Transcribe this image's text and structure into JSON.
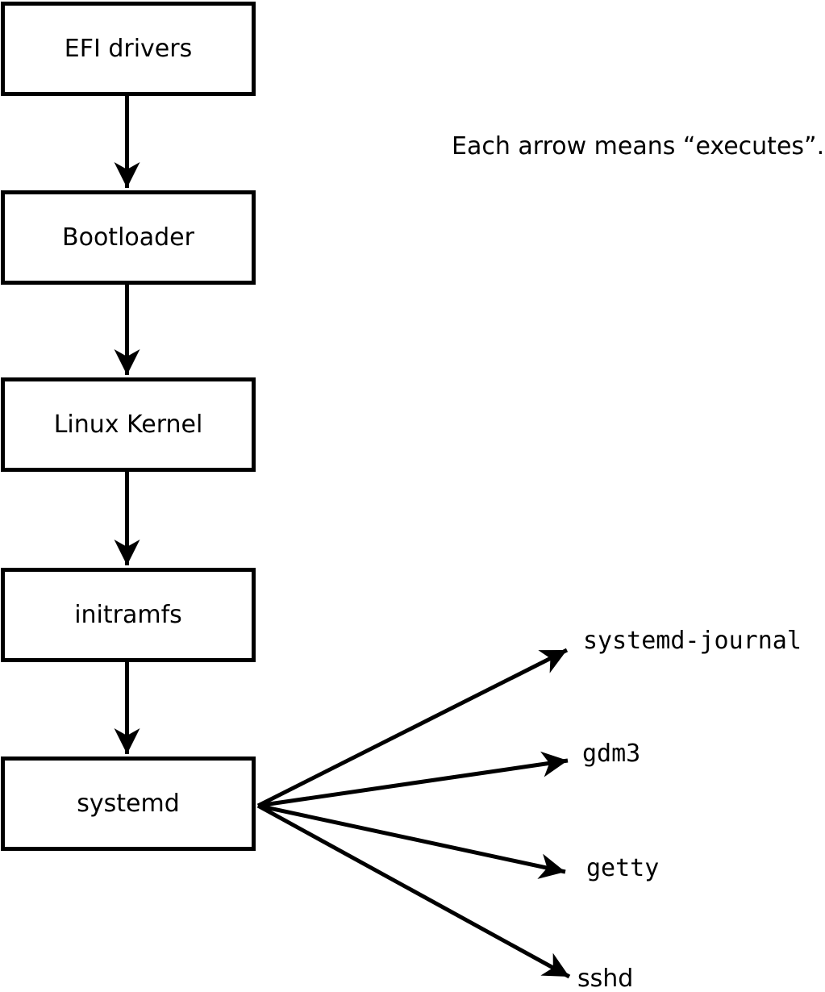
{
  "diagram": {
    "note": "Each arrow means “executes”.",
    "boot_chain": [
      {
        "label": "EFI drivers"
      },
      {
        "label": "Bootloader"
      },
      {
        "label": "Linux Kernel"
      },
      {
        "label": "initramfs"
      },
      {
        "label": "systemd"
      }
    ],
    "systemd_children": [
      {
        "label": "systemd-journal"
      },
      {
        "label": "gdm3"
      },
      {
        "label": "getty"
      },
      {
        "label": "sshd"
      }
    ],
    "colors": {
      "foreground": "#000000",
      "background": "#ffffff",
      "box_fill": "#ffffff"
    }
  }
}
